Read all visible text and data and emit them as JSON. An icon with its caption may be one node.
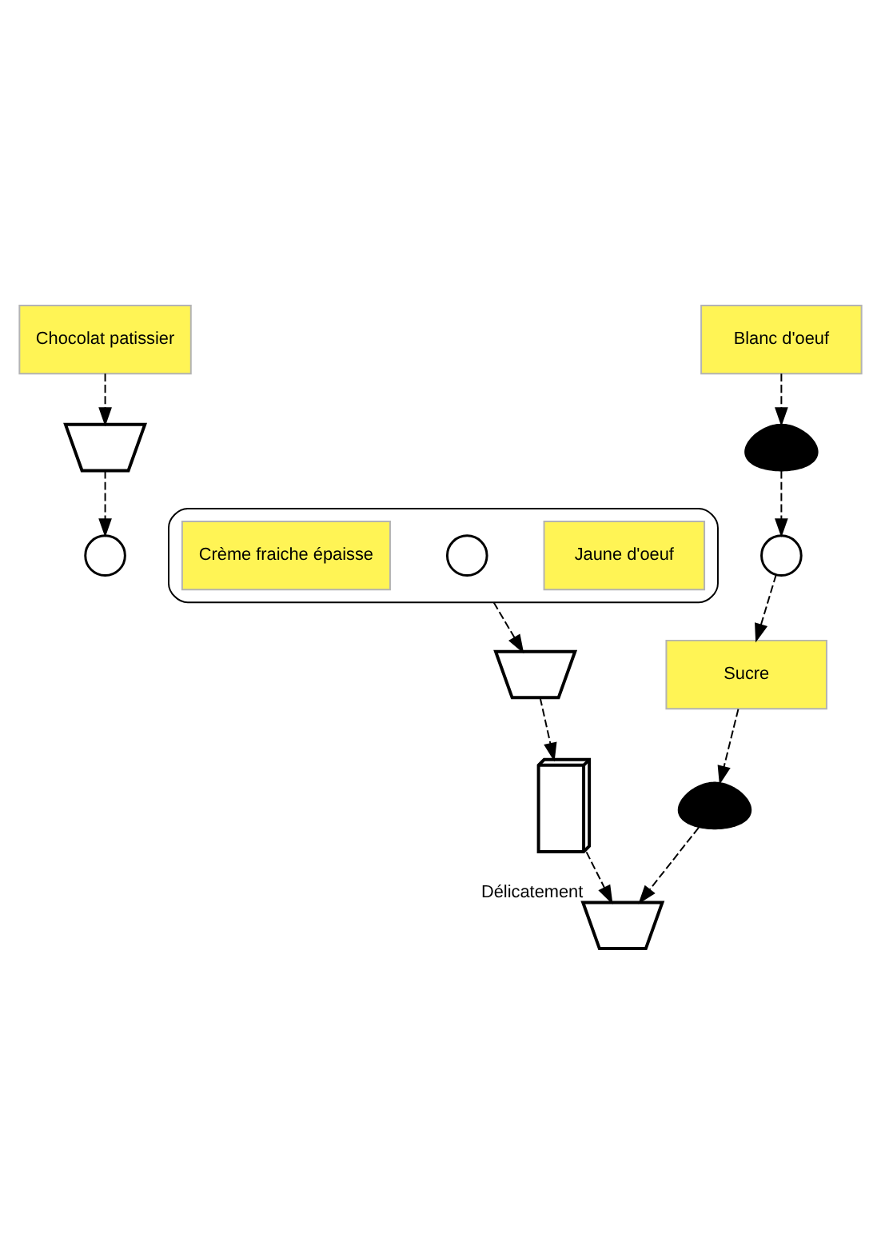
{
  "diagram": {
    "nodes": [
      {
        "text": [
          "Chocolat patissier"
        ]
      },
      {
        "text": [],
        "shape": "bowl"
      },
      {
        "text": [],
        "shape": "circle"
      },
      {
        "text": [],
        "shape": "bracket"
      },
      {
        "text": [
          "Jaune d'oeuf"
        ],
        "in": 3
      },
      {
        "text": [],
        "shape": "circle",
        "in": 3
      },
      {
        "text": [
          "Crème fraiche épaisse"
        ],
        "in": 3
      },
      {
        "text": [],
        "shape": "bowl"
      },
      {
        "text": [],
        "shape": "fridge"
      },
      {
        "text": [
          "Blanc d'oeuf"
        ]
      },
      {
        "text": [],
        "shape": "mixer"
      },
      {
        "text": [],
        "shape": "circle"
      },
      {
        "text": [
          "Sucre"
        ]
      },
      {
        "text": [],
        "shape": "mixer"
      },
      {
        "text": [],
        "shape": "bowl",
        "beside": [
          "Délicatement"
        ]
      }
    ],
    "edges": [
      {
        "from": 0,
        "to": 1,
        "arrow": "to",
        "style": "dashed"
      },
      {
        "from": 1,
        "to": 2,
        "arrow": "to",
        "style": "dashed"
      },
      {
        "from": 3,
        "to": 7,
        "arrow": "to",
        "style": "dashed"
      },
      {
        "from": 7,
        "to": 8,
        "arrow": "to",
        "style": "dashed"
      },
      {
        "from": 9,
        "to": 10,
        "arrow": "to",
        "style": "dashed"
      },
      {
        "from": 10,
        "to": 11,
        "arrow": "to",
        "style": "dashed"
      },
      {
        "from": 11,
        "to": 12,
        "arrow": "to",
        "style": "dashed"
      },
      {
        "from": 12,
        "to": 13,
        "arrow": "to",
        "style": "dashed"
      },
      {
        "from": 8,
        "to": 14,
        "arrow": "to",
        "style": "dashed"
      },
      {
        "from": 13,
        "to": 14,
        "arrow": "to",
        "style": "dashed"
      }
    ]
  }
}
